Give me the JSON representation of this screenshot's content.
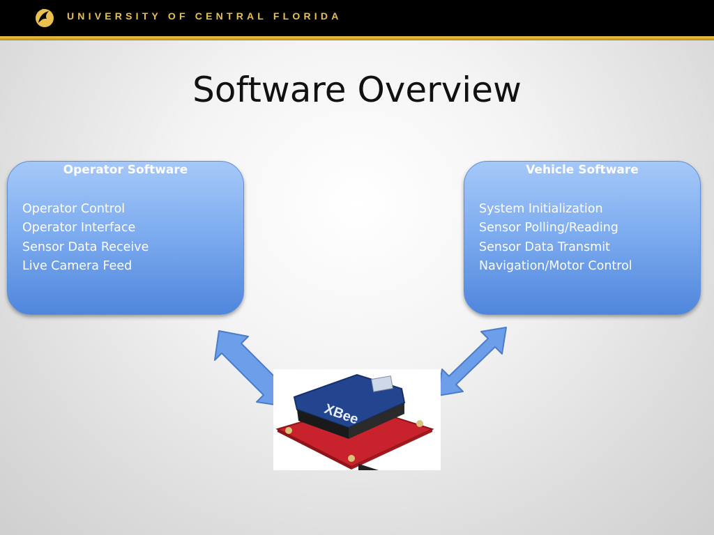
{
  "header": {
    "university_name": "UNIVERSITY OF CENTRAL FLORIDA"
  },
  "slide": {
    "title": "Software Overview",
    "left_box": {
      "title": "Operator Software",
      "items": [
        "Operator Control",
        "Operator Interface",
        "Sensor Data Receive",
        "Live Camera Feed"
      ]
    },
    "right_box": {
      "title": "Vehicle Software",
      "items": [
        "System Initialization",
        "Sensor Polling/Reading",
        "Sensor Data Transmit",
        "Navigation/Motor Control"
      ]
    },
    "module_image": {
      "label": "XBee"
    }
  },
  "colors": {
    "header_bg": "#000000",
    "gold": "#e9c04e",
    "box_fill": "#7fadf0"
  }
}
